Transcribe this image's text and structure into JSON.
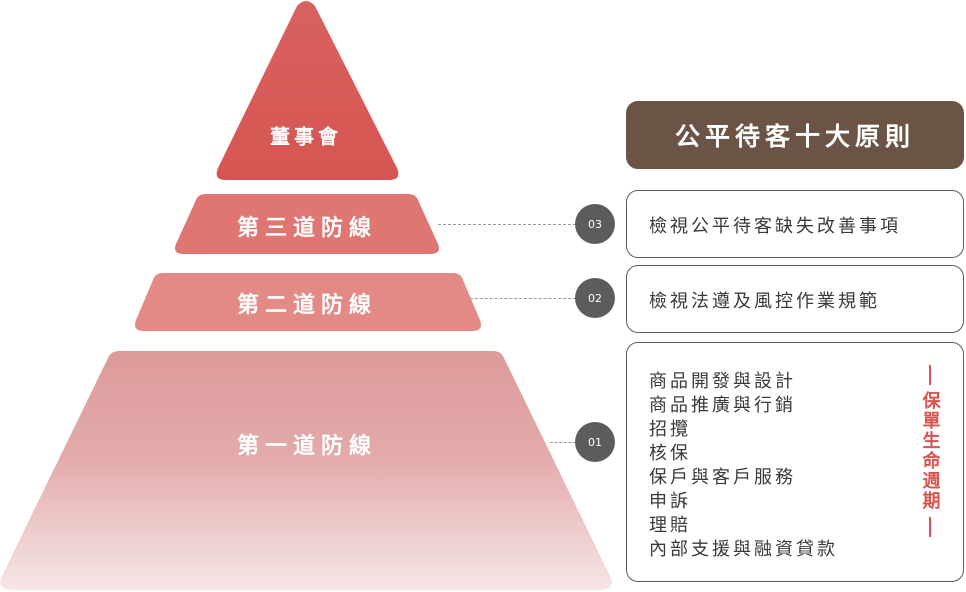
{
  "pyramid": {
    "top": "董事會",
    "line3": "第三道防線",
    "line2": "第二道防線",
    "line1": "第一道防線"
  },
  "markers": {
    "m3": "03",
    "m2": "02",
    "m1": "01"
  },
  "principles_title": "公平待客十大原則",
  "box3": "檢視公平待客缺失改善事項",
  "box2": "檢視法遵及風控作業規範",
  "box1_items": [
    "商品開發與設計",
    "商品推廣與行銷",
    "招攬",
    "核保",
    "保戶與客戶服務",
    "申訴",
    "理賠",
    "內部支援與融資貸款"
  ],
  "lifecycle": "保單生命週期",
  "colors": {
    "top": "#d9534f",
    "line3": "#e07672",
    "line2": "#e38a86",
    "line1_top": "#dd9b9b",
    "line1_bottom": "#f6e6e6",
    "marker": "#5c5c5c",
    "title_bg": "#6b5446",
    "accent": "#d9534f"
  }
}
